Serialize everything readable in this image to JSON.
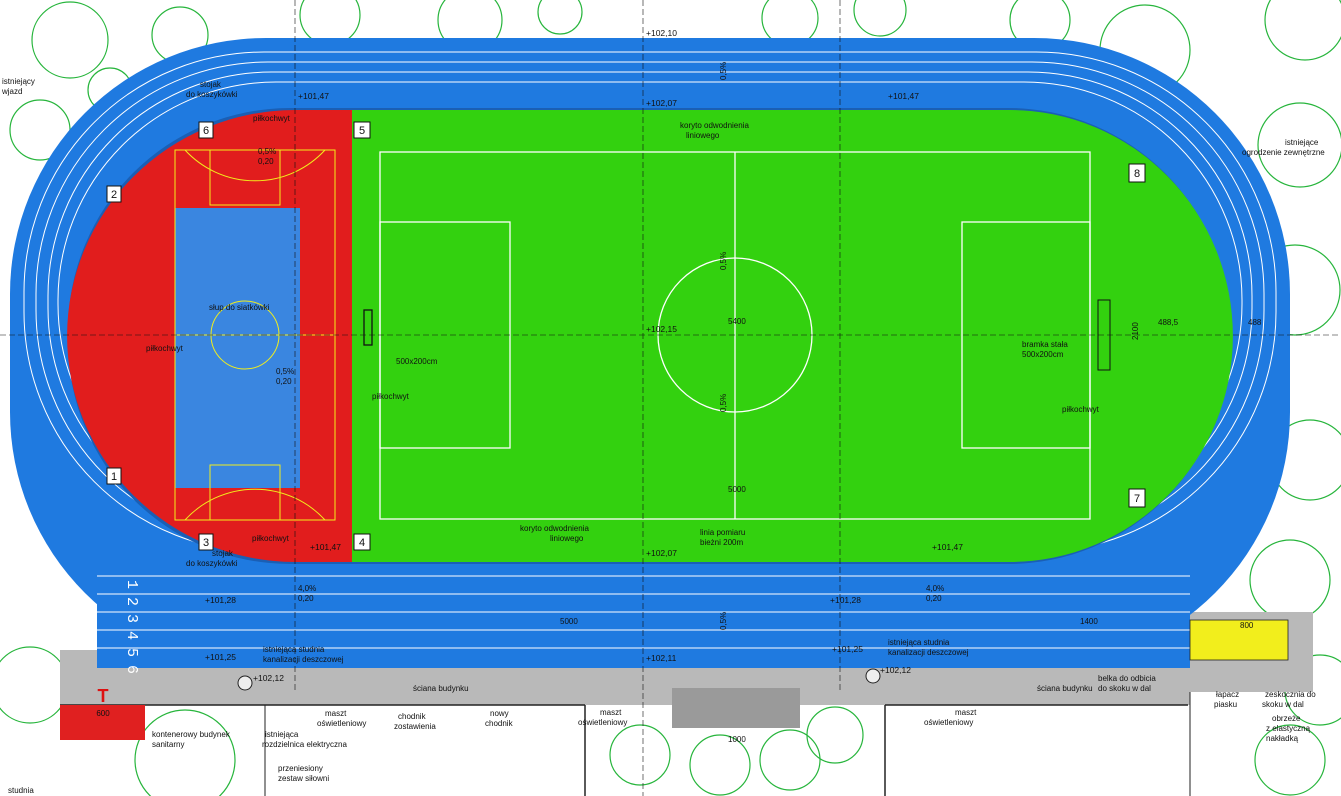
{
  "colors": {
    "track": "#1f7ae0",
    "field": "#33d10f",
    "court": "#e11d1d",
    "court_inner": "#3a86e0",
    "sand": "#f2ee1c",
    "paving": "#b9b9b9",
    "tree": "#27b53c",
    "line": "#ffffff",
    "container": "#e02020"
  },
  "markers": [
    "6",
    "5",
    "2",
    "1",
    "3",
    "4",
    "8",
    "7"
  ],
  "lanes": [
    "1",
    "2",
    "3",
    "4",
    "5",
    "6"
  ],
  "elevations": {
    "top_center": "+102,10",
    "top_left": "+101,47",
    "top_right": "+101,47",
    "field_top": "+102,07",
    "field_center": "+102,15",
    "field_bottom": "+102,07",
    "track_left": "+101,28",
    "track_right": "+101,28",
    "bottom_right_field": "+101,47",
    "bottom_left_field": "+101,47",
    "bottom_left": "+101,25",
    "bottom_right": "+101,25",
    "bottom_center": "+102,11",
    "manhole_left": "+102,12",
    "manhole_right": "+102,12"
  },
  "labels": {
    "hoop_top": "stojak\ndo koszykówki",
    "catcher_top": "piłkochwyt",
    "drain_top": "koryto odwodnienia\nliniowego",
    "existing_entry": "istniejący\nwjazd",
    "existing_fence": "istniejące\nogrodzenie zewnętrzne",
    "volley_post": "słup do siatkówki",
    "catcher_left": "piłkochwyt",
    "goal_left": "500x200cm",
    "catcher_mid": "piłkochwyt",
    "goal_right": "bramka stała\n500x200cm",
    "catcher_right": "piłkochwyt",
    "catcher_bottom": "piłkochwyt",
    "hoop_bottom": "stojak\ndo koszykówki",
    "drain_bottom": "koryto odwodnienia\nliniowego",
    "measure_line": "linia pomiaru\nbieżni 200m",
    "manhole_left": "istniejąca studnia\nkanalizacji deszczowej",
    "manhole_right": "istniejąca studnia\nkanalizacji deszczowej",
    "building_wall_left": "ściana budynku",
    "mast_left": "maszt\noświetleniowy",
    "walkway_left": "chodnik\nzostawienia",
    "new_walkway": "nowy\nchodnik",
    "mast_mid": "maszt\noświetleniowy",
    "building_wall_right": "ściana budynku",
    "takeoff_board": "belka do odbicia\ndo skoku w dal",
    "mast_right": "maszt\noświetleniowy",
    "sand_catch": "łapacz\npiasku",
    "long_jump": "zeskocznia do\nskoku w dal",
    "rim": "obrzeże\nz elastyczną\nnakładką",
    "container_building": "kontenerowy budynek\nsanitarny",
    "switchgear": "istniejąca\nrozdzielnica elektryczna",
    "moved_gym": "przeniesiony\nzestaw siłowni",
    "well": "studnia",
    "container_letter": "T",
    "container_dim": "600"
  },
  "slopes": [
    "0,5%",
    "0,5%",
    "0,5%",
    "0,5%",
    "0,5%",
    "0,5%",
    "4,0%",
    "4,0%"
  ],
  "slope_values": [
    "0,20",
    "0,20",
    "0,20",
    "0,20"
  ],
  "dims": {
    "field_length": "5400",
    "field_bottom": "5000",
    "straight_len": "5000",
    "right_end": "1400",
    "bench_len": "1000",
    "half_w": "2100",
    "sand_len": "800",
    "r1": "488,5",
    "r2": "488"
  }
}
